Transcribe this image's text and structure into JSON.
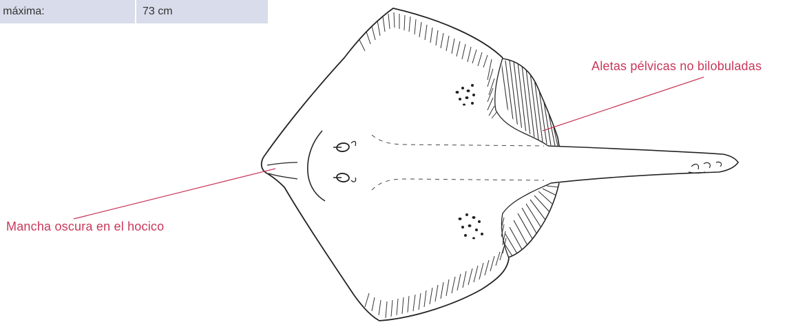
{
  "info_table": {
    "label": "ud máxima:",
    "value": "73 cm"
  },
  "annotations": {
    "pelvic_fins": "Aletas pélvicas no bilobuladas",
    "snout_spot": "Mancha oscura en el hocico"
  },
  "colors": {
    "annotation": "#c8385a",
    "table_bg": "#d9dcea",
    "line_art": "#222222"
  }
}
